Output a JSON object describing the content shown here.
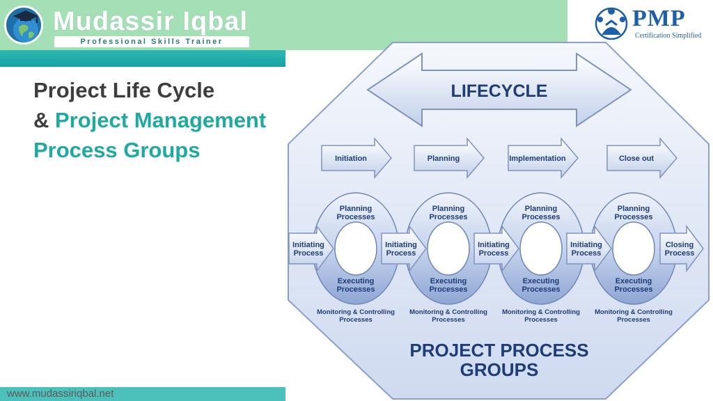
{
  "brand": {
    "name": "Mudassir Iqbal",
    "tagline": "Professional Skills Trainer",
    "website": "www.mudassiriqbal.net"
  },
  "pmp_logo": {
    "text": "PMP",
    "subtitle": "Certification Simplified"
  },
  "slide_title": {
    "line1": "Project Life Cycle",
    "line2_prefix": "& ",
    "line2_accent": "Project Management",
    "line3": "Process Groups"
  },
  "diagram": {
    "lifecycle_label": "LIFECYCLE",
    "phases": [
      "Initiation",
      "Planning",
      "Implementation",
      "Close out"
    ],
    "cycle_top_label": [
      "Planning",
      "Processes"
    ],
    "cycle_bottom_label": [
      "Executing",
      "Processes"
    ],
    "cycle_left_label": [
      "Initiating",
      "Process"
    ],
    "closing_label": [
      "Closing",
      "Process"
    ],
    "monitoring_label": [
      "Monitoring & Controlling",
      "Processes"
    ],
    "footer_label": [
      "PROJECT PROCESS",
      "GROUPS"
    ]
  },
  "colors": {
    "banner_green": "#a4dfb5",
    "teal": "#1fa9a0",
    "diagram_navy": "#1d3c78"
  }
}
